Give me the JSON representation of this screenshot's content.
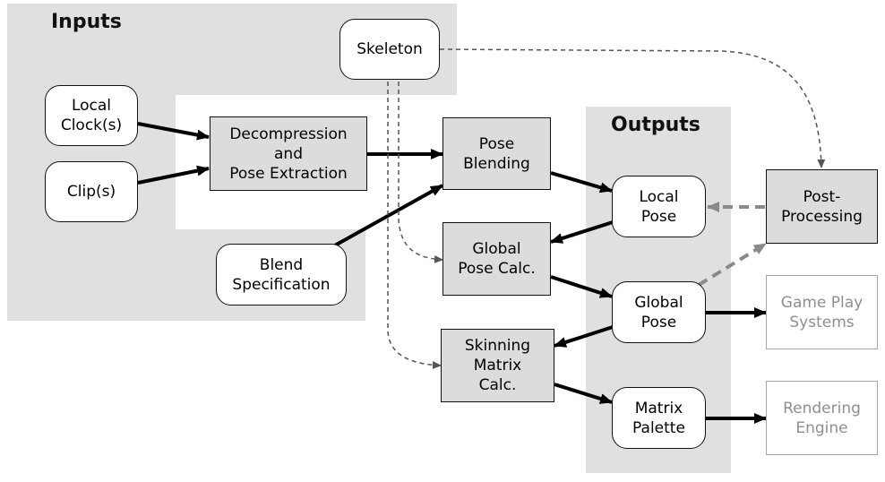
{
  "titles": {
    "inputs": "Inputs",
    "outputs": "Outputs"
  },
  "nodes": {
    "skeleton": "Skeleton",
    "local_clock": "Local\nClock(s)",
    "clips": "Clip(s)",
    "decompression": "Decompression\nand\nPose Extraction",
    "blend_spec": "Blend\nSpecification",
    "pose_blending": "Pose\nBlending",
    "global_pose_calc": "Global\nPose Calc.",
    "skinning_matrix_calc": "Skinning\nMatrix\nCalc.",
    "local_pose": "Local\nPose",
    "global_pose": "Global\nPose",
    "matrix_palette": "Matrix\nPalette",
    "post_processing": "Post-\nProcessing",
    "game_play_systems": "Game Play\nSystems",
    "rendering_engine": "Rendering\nEngine"
  },
  "colors": {
    "region_fill": "#e1e0de",
    "process_fill": "#dcdcdc",
    "arrow": "#000000",
    "dashed_arrow": "#555555",
    "faded_arrow": "#8a8a8a",
    "faded_text": "#8e8e8e"
  }
}
